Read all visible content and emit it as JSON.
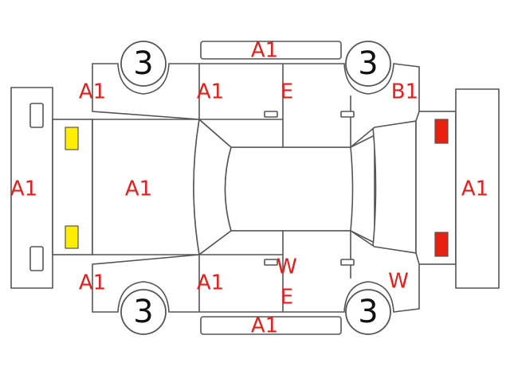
{
  "colors": {
    "label": "#e0201c",
    "tire_text": "#111111",
    "outline": "#555555",
    "front_lamp": "#ffee00",
    "rear_lamp": "#e82010"
  },
  "tires": {
    "front_left": "3",
    "rear_left": "3",
    "front_right": "3",
    "rear_right": "3"
  },
  "labels": {
    "roof_top_panel": "A1",
    "front_left_fender": "A1",
    "front_left_door": "A1",
    "rear_left_door": "E",
    "rear_left_quarter": "B1",
    "front_bumper": "A1",
    "hood": "A1",
    "rear_bumper": "A1",
    "front_right_fender": "A1",
    "front_right_door": "A1",
    "rear_right_door_w": "W",
    "rear_right_door_e": "E",
    "rear_right_quarter": "W",
    "roof_bottom_panel": "A1"
  },
  "icons": {
    "front_lamps": "headlight-icon",
    "rear_lamps": "taillight-icon"
  }
}
